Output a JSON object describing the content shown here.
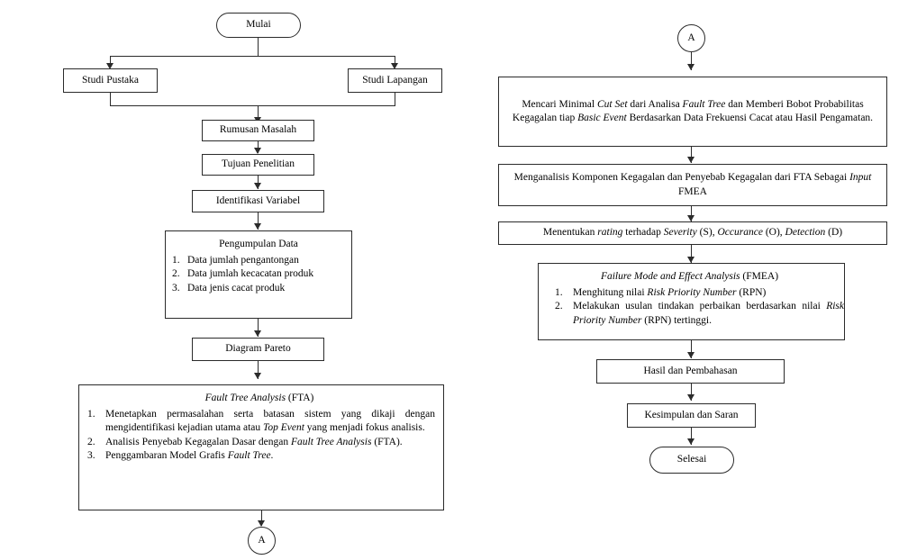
{
  "diagram": {
    "title": "Flowchart Metodologi Penelitian",
    "type": "flowchart",
    "font": "serif",
    "line_color": "#2b2b2b",
    "background": "#ffffff"
  },
  "left_column": {
    "start": {
      "label": "Mulai",
      "shape": "terminator"
    },
    "branch_left": {
      "label": "Studi Pustaka",
      "shape": "process"
    },
    "branch_right": {
      "label": "Studi Lapangan",
      "shape": "process"
    },
    "rumusan": {
      "label": "Rumusan Masalah",
      "shape": "process"
    },
    "tujuan": {
      "label": "Tujuan Penelitian",
      "shape": "process"
    },
    "identifikasi": {
      "label": "Identifikasi Variabel",
      "shape": "process"
    },
    "pengumpulan": {
      "heading": "Pengumpulan Data",
      "shape": "process-block",
      "items": [
        {
          "num": "1.",
          "text": "Data jumlah pengantongan"
        },
        {
          "num": "2.",
          "text": "Data jumlah kecacatan produk"
        },
        {
          "num": "3.",
          "text": "Data jenis cacat produk"
        }
      ]
    },
    "pareto": {
      "label": "Diagram Pareto",
      "shape": "process"
    },
    "fta": {
      "heading_italic": "Fault Tree Analysis",
      "heading_rest": " (FTA)",
      "shape": "process-block",
      "items": [
        {
          "num": "1.",
          "parts": [
            {
              "t": "Menetapkan permasalahan serta batasan sistem yang dikaji dengan mengidentifikasi kejadian utama atau ",
              "i": false
            },
            {
              "t": "Top Event",
              "i": true
            },
            {
              "t": " yang menjadi fokus analisis.",
              "i": false
            }
          ]
        },
        {
          "num": "2.",
          "parts": [
            {
              "t": "Analisis Penyebab Kegagalan Dasar dengan ",
              "i": false
            },
            {
              "t": "Fault Tree Analysis",
              "i": true
            },
            {
              "t": " (FTA).",
              "i": false
            }
          ]
        },
        {
          "num": "3.",
          "parts": [
            {
              "t": "Penggambaran Model Grafis ",
              "i": false
            },
            {
              "t": "Fault Tree",
              "i": true
            },
            {
              "t": ".",
              "i": false
            }
          ]
        }
      ]
    },
    "connector_out": {
      "label": "A",
      "shape": "connector"
    }
  },
  "right_column": {
    "connector_in": {
      "label": "A",
      "shape": "connector"
    },
    "cutset": {
      "shape": "process",
      "parts": [
        {
          "t": "Mencari Minimal ",
          "i": false
        },
        {
          "t": "Cut Set",
          "i": true
        },
        {
          "t": " dari Analisa ",
          "i": false
        },
        {
          "t": "Fault Tree",
          "i": true
        },
        {
          "t": " dan Memberi Bobot Probabilitas Kegagalan tiap ",
          "i": false
        },
        {
          "t": "Basic Event",
          "i": true
        },
        {
          "t": " Berdasarkan Data Frekuensi Cacat atau Hasil Pengamatan.",
          "i": false
        }
      ]
    },
    "menganalisis": {
      "shape": "process",
      "parts": [
        {
          "t": "Menganalisis Komponen Kegagalan dan Penyebab Kegagalan dari FTA Sebagai ",
          "i": false
        },
        {
          "t": "Input",
          "i": true
        },
        {
          "t": " FMEA",
          "i": false
        }
      ]
    },
    "rating": {
      "shape": "process",
      "parts": [
        {
          "t": "Menentukan ",
          "i": false
        },
        {
          "t": "rating",
          "i": true
        },
        {
          "t": " terhadap ",
          "i": false
        },
        {
          "t": "Severity",
          "i": true
        },
        {
          "t": " (S), ",
          "i": false
        },
        {
          "t": "Occurance",
          "i": true
        },
        {
          "t": " (O), ",
          "i": false
        },
        {
          "t": "Detection",
          "i": true
        },
        {
          "t": " (D)",
          "i": false
        }
      ]
    },
    "fmea": {
      "heading_italic": "Failure Mode and Effect Analysis",
      "heading_rest": " (FMEA)",
      "shape": "process-block",
      "items": [
        {
          "num": "1.",
          "parts": [
            {
              "t": "Menghitung nilai ",
              "i": false
            },
            {
              "t": "Risk Priority Number",
              "i": true
            },
            {
              "t": " (RPN)",
              "i": false
            }
          ]
        },
        {
          "num": "2.",
          "parts": [
            {
              "t": "Melakukan usulan tindakan perbaikan berdasarkan nilai ",
              "i": false
            },
            {
              "t": "Risk Priority Number",
              "i": true
            },
            {
              "t": " (RPN) tertinggi.",
              "i": false
            }
          ]
        }
      ]
    },
    "hasil": {
      "label": "Hasil dan Pembahasan",
      "shape": "process"
    },
    "kesimpulan": {
      "label": "Kesimpulan dan Saran",
      "shape": "process"
    },
    "end": {
      "label": "Selesai",
      "shape": "terminator"
    }
  }
}
